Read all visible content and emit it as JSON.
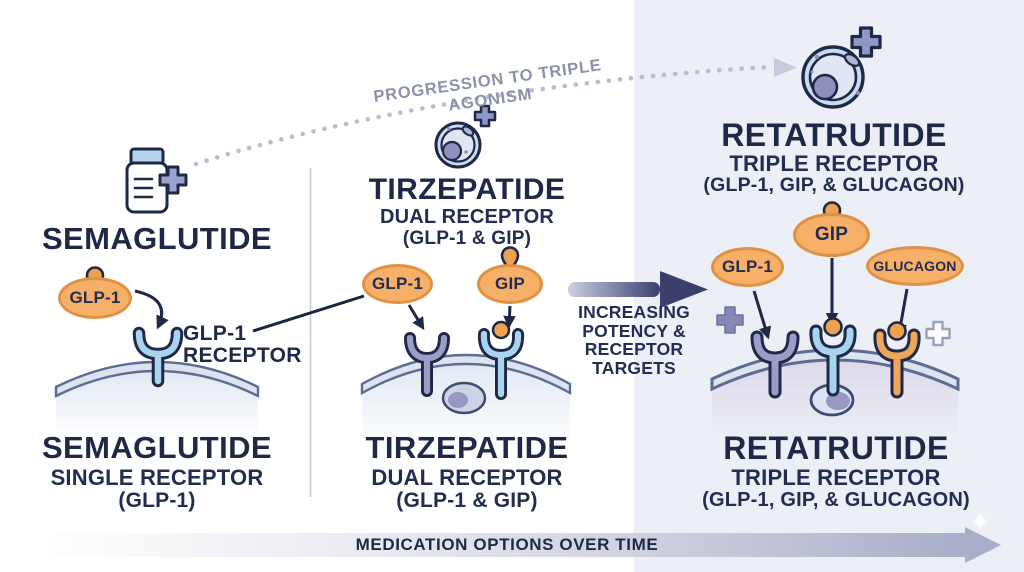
{
  "colors": {
    "navy": "#212a4b",
    "orange": "#f6b068",
    "orange_outline": "#df9245",
    "panel_bg": "#eceff6",
    "muted_gray": "#8b91a9"
  },
  "progression_label": "PROGRESSION TO TRIPLE AGONISM",
  "timeline_label": "MEDICATION OPTIONS OVER TIME",
  "increasing": {
    "line1": "INCREASING",
    "line2": "POTENCY &",
    "line3": "RECEPTOR",
    "line4": "TARGETS"
  },
  "semaglutide": {
    "title": "SEMAGLUTIDE",
    "ligand_glp1": "GLP-1",
    "receptor_line1": "GLP-1",
    "receptor_line2": "RECEPTOR",
    "footer_title": "SEMAGLUTIDE",
    "footer_subtitle": "SINGLE RECEPTOR",
    "footer_detail": "(GLP-1)"
  },
  "tirzepatide": {
    "title": "TIRZEPATIDE",
    "subtitle": "DUAL RECEPTOR",
    "detail": "(GLP-1 & GIP)",
    "ligand_glp1": "GLP-1",
    "ligand_gip": "GIP",
    "footer_title": "TIRZEPATIDE",
    "footer_subtitle": "DUAL RECEPTOR",
    "footer_detail": "(GLP-1 & GIP)"
  },
  "retatrutide": {
    "title": "RETATRUTIDE",
    "subtitle": "TRIPLE RECEPTOR",
    "detail": "(GLP-1, GIP, & GLUCAGON)",
    "ligand_glp1": "GLP-1",
    "ligand_gip": "GIP",
    "ligand_glucagon": "GLUCAGON",
    "footer_title": "RETATRUTIDE",
    "footer_subtitle": "TRIPLE RECEPTOR",
    "footer_detail": "(GLP-1, GIP, & GLUCAGON)"
  }
}
